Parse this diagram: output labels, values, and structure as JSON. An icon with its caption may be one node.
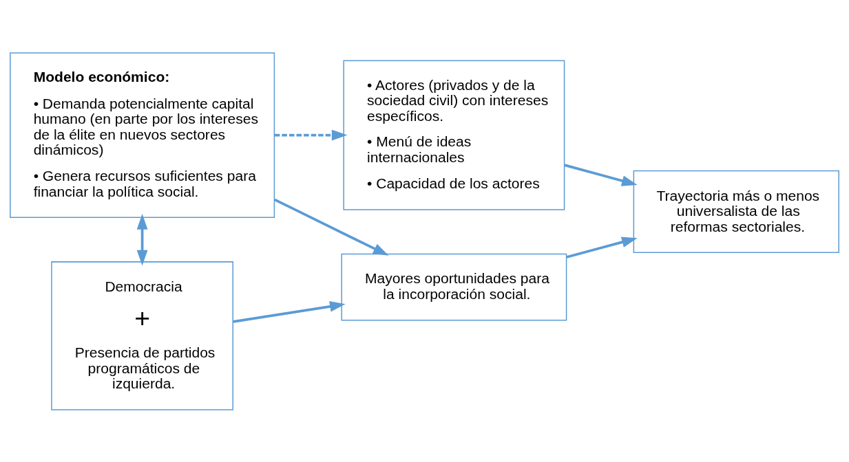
{
  "diagram": {
    "nodes": [
      {
        "text": [
          "Modelo económico:",
          "• Demanda potencialmente capital humano (en parte por los intereses de la élite en nuevos sectores dinámicos)",
          "• Genera recursos suficientes para financiar la política social."
        ]
      },
      {
        "text": [
          "• Actores (privados y de la sociedad civil) con intereses específicos.",
          "• Menú de ideas internacionales",
          "• Capacidad de los actores"
        ]
      },
      {
        "text": [
          "Mayores oportunidades para la incorporación social."
        ]
      },
      {
        "text": [
          "Trayectoria más o menos universalista de las reformas sectoriales."
        ]
      },
      {
        "text": [
          "Democracia",
          "+",
          "Presencia de partidos programáticos de izquierda."
        ]
      }
    ],
    "edges": [
      {
        "from": 0,
        "to": 1,
        "arrow": "to",
        "style": "dashed"
      },
      {
        "from": 0,
        "to": 2,
        "arrow": "to"
      },
      {
        "from": 0,
        "to": 4,
        "arrow": "both"
      },
      {
        "from": 4,
        "to": 2,
        "arrow": "to"
      },
      {
        "from": 1,
        "to": 3,
        "arrow": "to"
      },
      {
        "from": 2,
        "to": 3,
        "arrow": "to"
      }
    ]
  }
}
